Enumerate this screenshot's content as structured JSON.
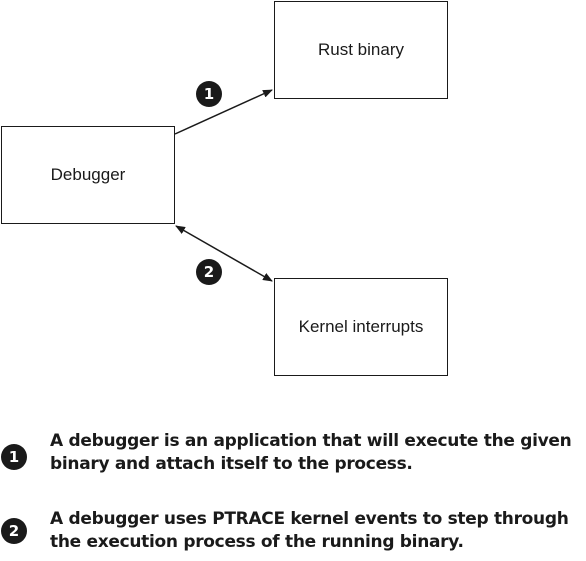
{
  "diagram": {
    "nodes": {
      "rust_binary": "Rust binary",
      "debugger": "Debugger",
      "kernel_interrupts": "Kernel interrupts"
    },
    "callouts": [
      "1",
      "2"
    ],
    "edges": [
      {
        "from": "debugger",
        "to": "rust_binary",
        "callout": "1",
        "direction": "one-way"
      },
      {
        "from": "debugger",
        "to": "kernel_interrupts",
        "callout": "2",
        "direction": "two-way"
      }
    ]
  },
  "notes": [
    {
      "number": "1",
      "text": "A debugger is an application that will execute the given binary and attach itself to the process."
    },
    {
      "number": "2",
      "text": "A debugger uses PTRACE kernel events to step through the execution process of the running binary."
    }
  ],
  "colors": {
    "ink": "#1a1a1a",
    "background": "#ffffff"
  }
}
